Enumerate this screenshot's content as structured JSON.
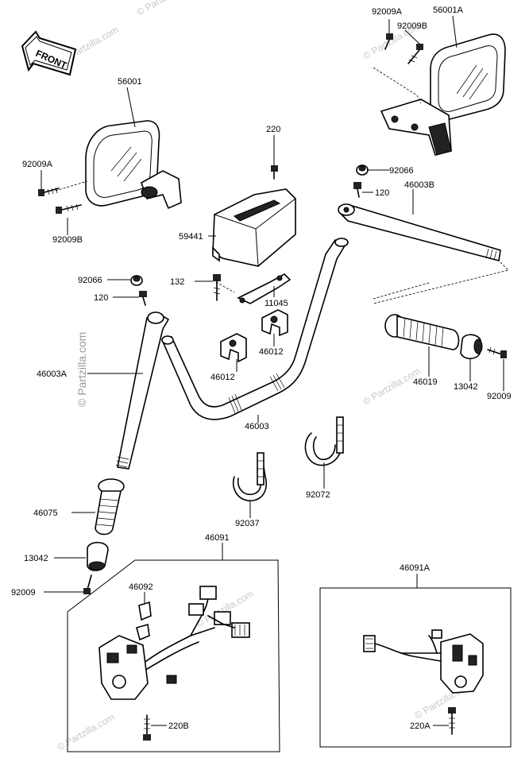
{
  "front_label": "FRONT",
  "watermarks": {
    "side": "© Partzilla.com",
    "small": "© Partzilla.com"
  },
  "parts": {
    "p56001": "56001",
    "p56001A": "56001A",
    "p92009A_left": "92009A",
    "p92009B_left": "92009B",
    "p92009A_right": "92009A",
    "p92009B_right": "92009B",
    "p220": "220",
    "p59441": "59441",
    "p132": "132",
    "p11045": "11045",
    "p92066_left": "92066",
    "p120_left": "120",
    "p92066_right": "92066",
    "p120_right": "120",
    "p46003B": "46003B",
    "p46003A": "46003A",
    "p46003": "46003",
    "p46012_a": "46012",
    "p46012_b": "46012",
    "p46019": "46019",
    "p13042_right": "13042",
    "p92009_right": "92009",
    "p92072": "92072",
    "p92037": "92037",
    "p46075": "46075",
    "p13042_left": "13042",
    "p92009_left": "92009",
    "p46091": "46091",
    "p46092": "46092",
    "p220B": "220B",
    "p46091A": "46091A",
    "p220A": "220A"
  }
}
